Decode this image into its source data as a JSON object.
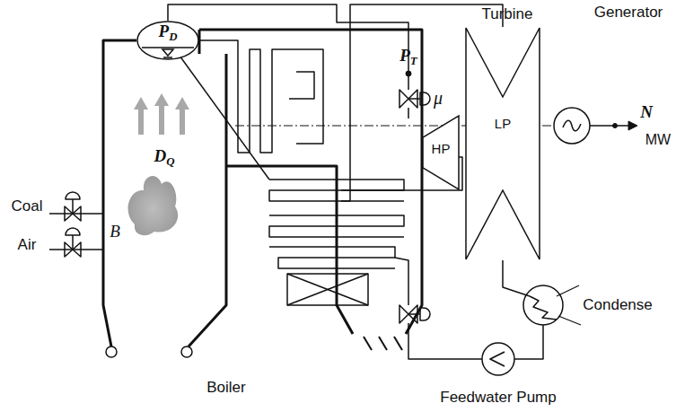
{
  "diagram": {
    "nodes": [
      {
        "text": [
          "PD"
        ]
      },
      {
        "text": [
          "HP"
        ]
      },
      {
        "text": [
          "LP"
        ]
      }
    ],
    "labels": [
      "PT",
      "μ",
      "Turbine",
      "Generator",
      "N",
      "MW",
      "DQ",
      "Coal",
      "Air",
      "B",
      "Boiler",
      "Condense",
      "Feedwater Pump"
    ]
  }
}
